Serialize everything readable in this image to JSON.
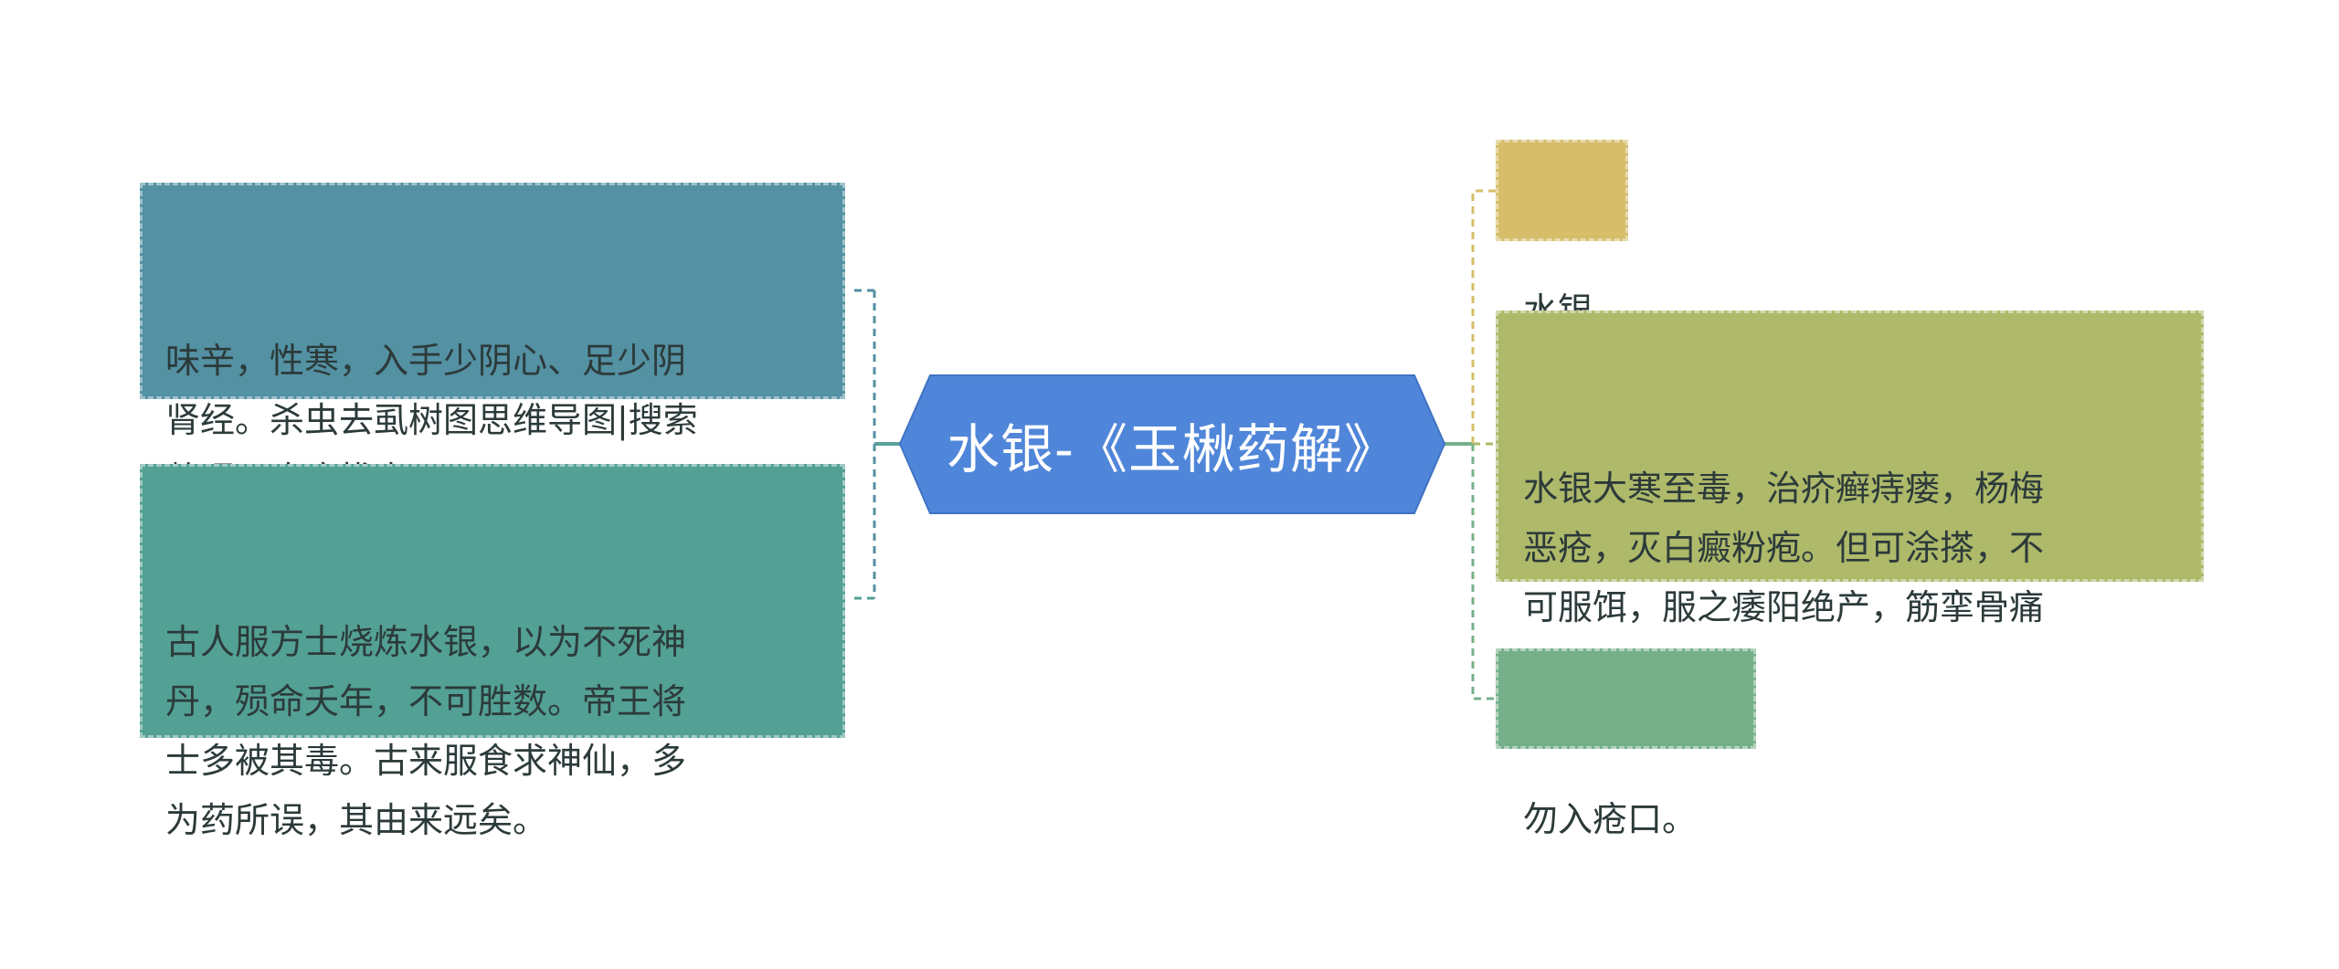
{
  "center": {
    "title": "水银-《玉楸药解》",
    "color": "#5086d9"
  },
  "left_nodes": [
    {
      "text": "味辛，性寒，入手少阴心、足少阴\n肾经。杀虫去虱树图思维导图|搜索\n整理，止痛拔毒。",
      "color": "#5391a3"
    },
    {
      "text": "古人服方士烧炼水银，以为不死神\n丹，殒命夭年，不可胜数。帝王将\n士多被其毒。古来服食求神仙，多\n为药所误，其由来远矣。",
      "color": "#53a094"
    }
  ],
  "right_nodes": [
    {
      "text": "水银",
      "color": "#d6bd6a"
    },
    {
      "text": "水银大寒至毒，治疥癣痔瘘，杨梅\n恶疮，灭白癜粉疱。但可涂搽，不\n可服饵，服之痿阳绝产，筋挛骨痛\n。",
      "color": "#aeb96a"
    },
    {
      "text": "勿入疮口。",
      "color": "#76b08a"
    }
  ],
  "connector_colors": {
    "left_main": "#5aa39a",
    "left_upper": "#5391a3",
    "left_lower": "#53a094",
    "right_main": "#76b08a",
    "right_top": "#d6bd6a",
    "right_mid": "#aeb96a",
    "right_bottom": "#76b08a"
  }
}
